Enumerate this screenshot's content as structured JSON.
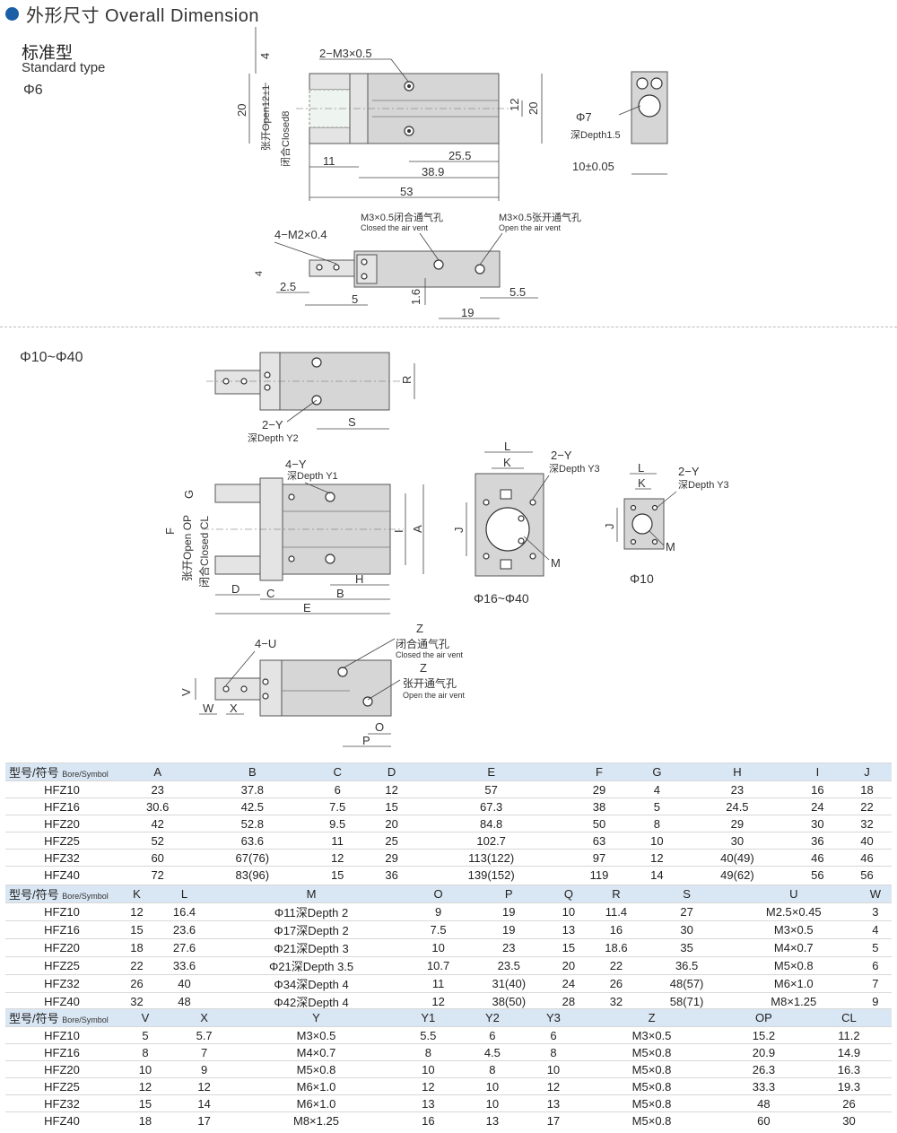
{
  "header": {
    "title": "外形尺寸 Overall Dimension"
  },
  "sections": {
    "standard_cn": "标准型",
    "standard_en": "Standard type",
    "phi6": "Φ6",
    "phi10_40": "Φ10~Φ40",
    "phi16_40": "Φ16~Φ40",
    "phi10": "Φ10"
  },
  "drawing_labels": {
    "m3x05": "2−M3×0.5",
    "d4": "4",
    "d20a": "20",
    "d20b": "20",
    "d12": "12",
    "open12": "张开Open12±1",
    "closed8": "闭合Closed8",
    "d11": "11",
    "d25_5": "25.5",
    "d38_9": "38.9",
    "d53": "53",
    "phi7": "Φ7",
    "depth15": "深Depth1.5",
    "d10": "10±0.05",
    "m2x04": "4−M2×0.4",
    "closed_vent_cn": "M3×0.5闭合通气孔",
    "closed_vent_en": "Closed the air vent",
    "open_vent_cn": "M3×0.5张开通气孔",
    "open_vent_en": "Open the air vent",
    "d2_5": "2.5",
    "d5": "5",
    "d1_6": "1.6",
    "d19": "19",
    "d5_5": "5.5",
    "R": "R",
    "S": "S",
    "twoY": "2−Y",
    "depthY2": "深Depth Y2",
    "fourY": "4−Y",
    "depthY1": "深Depth Y1",
    "twoY3": "2−Y",
    "depthY3": "深Depth Y3",
    "L": "L",
    "K": "K",
    "J": "J",
    "M": "M",
    "F": "F",
    "G": "G",
    "OP": "张开Open OP",
    "CL": "闭合Closed CL",
    "A": "A",
    "I": "I",
    "H": "H",
    "D": "D",
    "C": "C",
    "B": "B",
    "E": "E",
    "fourU": "4−U",
    "Z": "Z",
    "closed_vent2_cn": "闭合通气孔",
    "closed_vent2_en": "Closed the air vent",
    "open_vent2_cn": "张开通气孔",
    "open_vent2_en": "Open the air vent",
    "V": "V",
    "W": "W",
    "X": "X",
    "O": "O",
    "P": "P"
  },
  "tables": [
    {
      "header_cn": "型号/符号",
      "header_en": "Bore/Symbol",
      "columns": [
        "A",
        "B",
        "C",
        "D",
        "E",
        "F",
        "G",
        "H",
        "I",
        "J"
      ],
      "rows": [
        [
          "HFZ10",
          "23",
          "37.8",
          "6",
          "12",
          "57",
          "29",
          "4",
          "23",
          "16",
          "18"
        ],
        [
          "HFZ16",
          "30.6",
          "42.5",
          "7.5",
          "15",
          "67.3",
          "38",
          "5",
          "24.5",
          "24",
          "22"
        ],
        [
          "HFZ20",
          "42",
          "52.8",
          "9.5",
          "20",
          "84.8",
          "50",
          "8",
          "29",
          "30",
          "32"
        ],
        [
          "HFZ25",
          "52",
          "63.6",
          "11",
          "25",
          "102.7",
          "63",
          "10",
          "30",
          "36",
          "40"
        ],
        [
          "HFZ32",
          "60",
          "67(76)",
          "12",
          "29",
          "113(122)",
          "97",
          "12",
          "40(49)",
          "46",
          "46"
        ],
        [
          "HFZ40",
          "72",
          "83(96)",
          "15",
          "36",
          "139(152)",
          "119",
          "14",
          "49(62)",
          "56",
          "56"
        ]
      ]
    },
    {
      "header_cn": "型号/符号",
      "header_en": "Bore/Symbol",
      "columns": [
        "K",
        "L",
        "M",
        "O",
        "P",
        "Q",
        "R",
        "S",
        "U",
        "W"
      ],
      "rows": [
        [
          "HFZ10",
          "12",
          "16.4",
          "Φ11深Depth 2",
          "9",
          "19",
          "10",
          "11.4",
          "27",
          "M2.5×0.45",
          "3"
        ],
        [
          "HFZ16",
          "15",
          "23.6",
          "Φ17深Depth 2",
          "7.5",
          "19",
          "13",
          "16",
          "30",
          "M3×0.5",
          "4"
        ],
        [
          "HFZ20",
          "18",
          "27.6",
          "Φ21深Depth 3",
          "10",
          "23",
          "15",
          "18.6",
          "35",
          "M4×0.7",
          "5"
        ],
        [
          "HFZ25",
          "22",
          "33.6",
          "Φ21深Depth 3.5",
          "10.7",
          "23.5",
          "20",
          "22",
          "36.5",
          "M5×0.8",
          "6"
        ],
        [
          "HFZ32",
          "26",
          "40",
          "Φ34深Depth 4",
          "11",
          "31(40)",
          "24",
          "26",
          "48(57)",
          "M6×1.0",
          "7"
        ],
        [
          "HFZ40",
          "32",
          "48",
          "Φ42深Depth 4",
          "12",
          "38(50)",
          "28",
          "32",
          "58(71)",
          "M8×1.25",
          "9"
        ]
      ]
    },
    {
      "header_cn": "型号/符号",
      "header_en": "Bore/Symbol",
      "columns": [
        "V",
        "X",
        "Y",
        "Y1",
        "Y2",
        "Y3",
        "Z",
        "OP",
        "CL"
      ],
      "rows": [
        [
          "HFZ10",
          "5",
          "5.7",
          "M3×0.5",
          "5.5",
          "6",
          "6",
          "M3×0.5",
          "15.2",
          "11.2"
        ],
        [
          "HFZ16",
          "8",
          "7",
          "M4×0.7",
          "8",
          "4.5",
          "8",
          "M5×0.8",
          "20.9",
          "14.9"
        ],
        [
          "HFZ20",
          "10",
          "9",
          "M5×0.8",
          "10",
          "8",
          "10",
          "M5×0.8",
          "26.3",
          "16.3"
        ],
        [
          "HFZ25",
          "12",
          "12",
          "M6×1.0",
          "12",
          "10",
          "12",
          "M5×0.8",
          "33.3",
          "19.3"
        ],
        [
          "HFZ32",
          "15",
          "14",
          "M6×1.0",
          "13",
          "10",
          "13",
          "M5×0.8",
          "48",
          "26"
        ],
        [
          "HFZ40",
          "18",
          "17",
          "M8×1.25",
          "16",
          "13",
          "17",
          "M5×0.8",
          "60",
          "30"
        ]
      ]
    }
  ]
}
